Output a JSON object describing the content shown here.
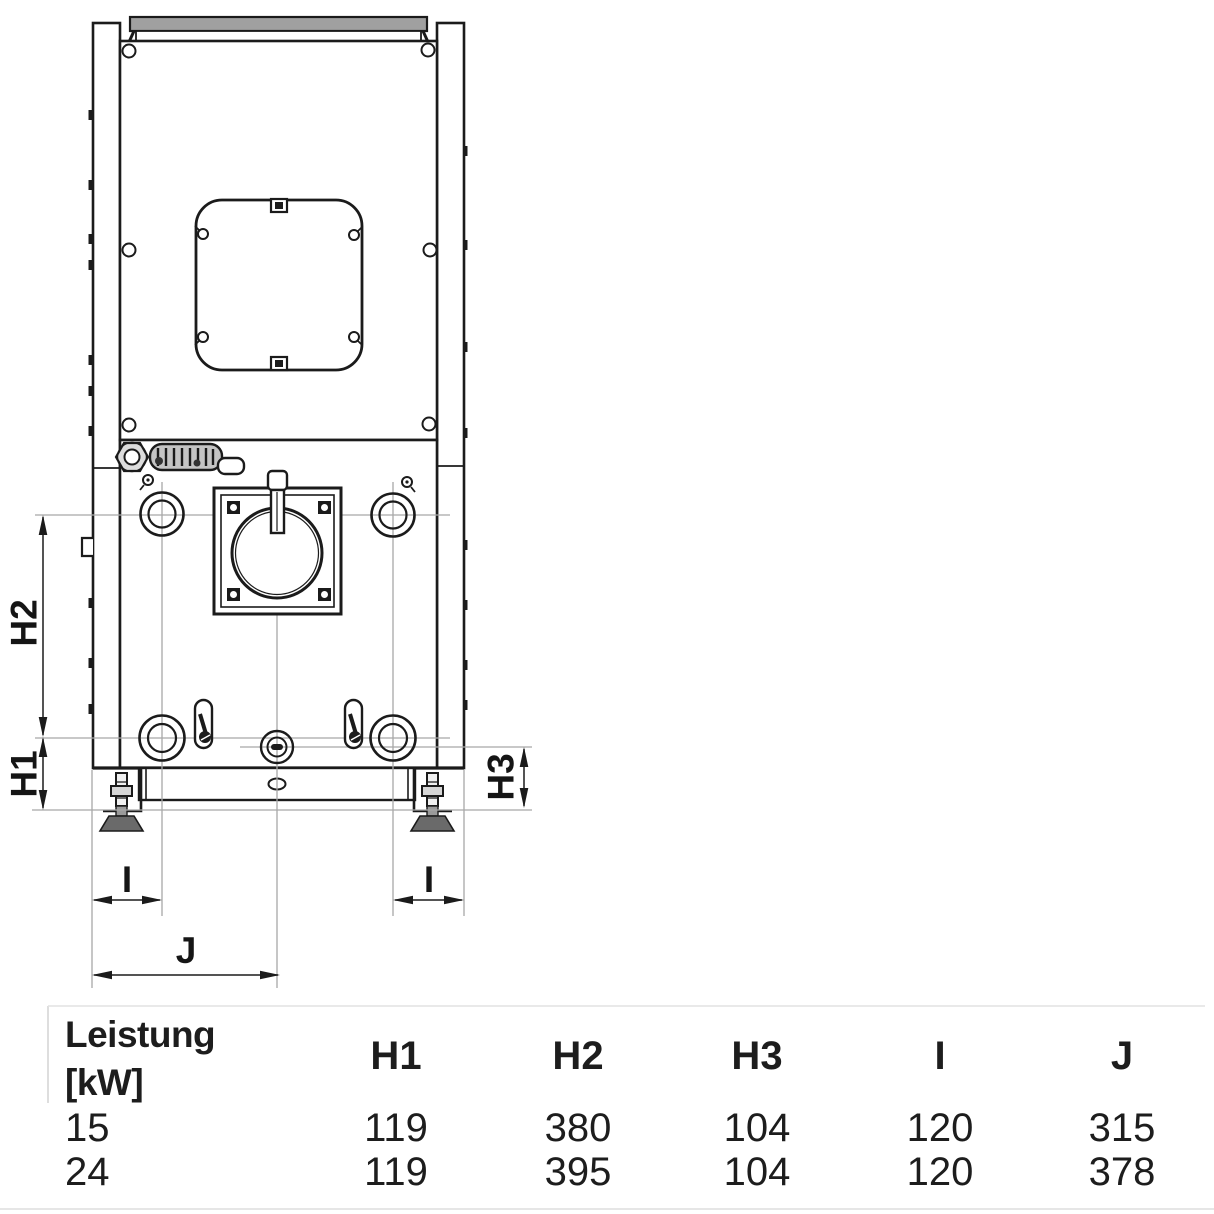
{
  "drawing": {
    "labels": {
      "h1": "H1",
      "h2": "H2",
      "h3": "H3",
      "i_left": "I",
      "i_right": "I",
      "j": "J"
    },
    "colors": {
      "line": "#1b1b1b",
      "centerline": "#a8a8a8",
      "top_cover_fill": "#a0a0a0",
      "foot_pad_fill": "#6a6a6a"
    }
  },
  "table": {
    "header": {
      "power_line1": "Leistung",
      "power_line2": "[kW]",
      "h1": "H1",
      "h2": "H2",
      "h3": "H3",
      "i": "I",
      "j": "J"
    },
    "rows": [
      {
        "power": "15",
        "h1": "119",
        "h2": "380",
        "h3": "104",
        "i": "120",
        "j": "315"
      },
      {
        "power": "24",
        "h1": "119",
        "h2": "395",
        "h3": "104",
        "i": "120",
        "j": "378"
      }
    ]
  }
}
